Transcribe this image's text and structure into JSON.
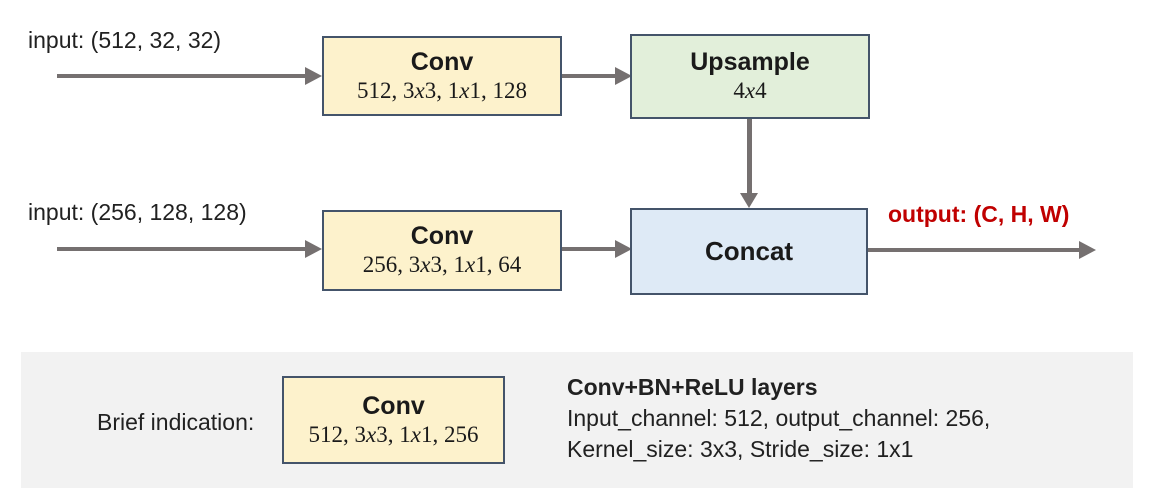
{
  "row1": {
    "input_label": "input: (512, 32, 32)",
    "conv": {
      "title": "Conv",
      "params": "512, 3x3, 1x1, 128"
    },
    "upsample": {
      "title": "Upsample",
      "params": "4x4"
    }
  },
  "row2": {
    "input_label": "input: (256, 128, 128)",
    "conv": {
      "title": "Conv",
      "params": "256, 3x3, 1x1, 64"
    },
    "concat": {
      "title": "Concat"
    },
    "output_label": "output: (C, H, W)"
  },
  "legend": {
    "label": "Brief indication:",
    "conv": {
      "title": "Conv",
      "params": "512, 3x3, 1x1, 256"
    },
    "description_title": "Conv+BN+ReLU layers",
    "description_line1": "Input_channel: 512, output_channel: 256,",
    "description_line2": "Kernel_size: 3x3, Stride_size: 1x1"
  },
  "colors": {
    "conv_fill": "#FDF2CC",
    "upsample_fill": "#E2EFDA",
    "concat_fill": "#DEEAF6",
    "box_border": "#44546A",
    "arrow": "#757070",
    "output_text": "#C00000",
    "legend_bg": "#F2F2F2"
  }
}
